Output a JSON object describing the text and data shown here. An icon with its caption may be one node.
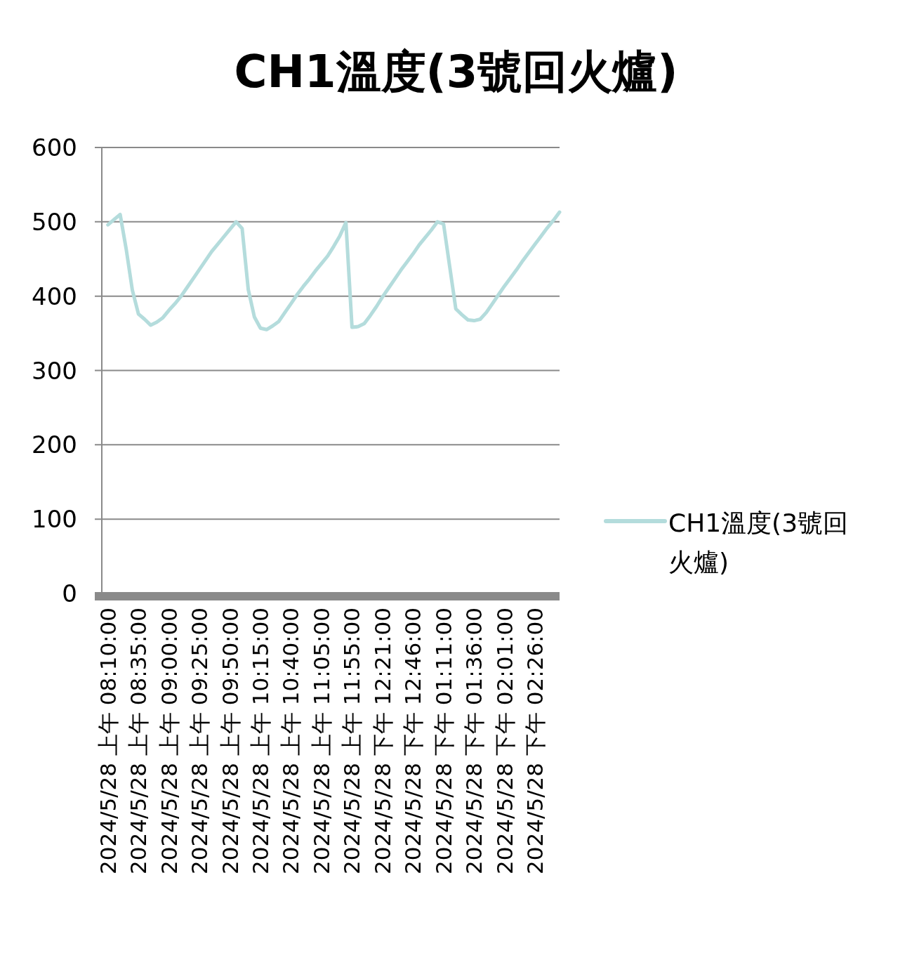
{
  "diagram": {
    "chart_data": {
      "type": "line",
      "title": "CH1溫度(3號回火爐)",
      "categories": [
        "2024/5/28 上午 08:10:00",
        null,
        null,
        null,
        null,
        "2024/5/28 上午 08:35:00",
        null,
        null,
        null,
        null,
        "2024/5/28 上午 09:00:00",
        null,
        null,
        null,
        null,
        "2024/5/28 上午 09:25:00",
        null,
        null,
        null,
        null,
        "2024/5/28 上午 09:50:00",
        null,
        null,
        null,
        null,
        "2024/5/28 上午 10:15:00",
        null,
        null,
        null,
        null,
        "2024/5/28 上午 10:40:00",
        null,
        null,
        null,
        null,
        "2024/5/28 上午 11:05:00",
        null,
        null,
        null,
        null,
        "2024/5/28 上午 11:55:00",
        null,
        null,
        null,
        null,
        "2024/5/28 下午 12:21:00",
        null,
        null,
        null,
        null,
        "2024/5/28 下午 12:46:00",
        null,
        null,
        null,
        null,
        "2024/5/28 下午 01:11:00",
        null,
        null,
        null,
        null,
        "2024/5/28 下午 01:36:00",
        null,
        null,
        null,
        null,
        "2024/5/28 下午 02:01:00",
        null,
        null,
        null,
        null,
        "2024/5/28 下午 02:26:00",
        null,
        null,
        null,
        null,
        null
      ],
      "series": [
        {
          "name": "CH1溫度(3號回火爐)",
          "color": "#b4dcdc",
          "values": [
            496,
            503,
            510,
            463,
            408,
            376,
            369,
            361,
            365,
            371,
            381,
            390,
            400,
            412,
            424,
            436,
            448,
            460,
            470,
            480,
            490,
            500,
            491,
            409,
            372,
            357,
            355,
            360,
            366,
            378,
            390,
            402,
            413,
            423,
            434,
            444,
            454,
            467,
            481,
            499,
            358,
            359,
            363,
            374,
            386,
            399,
            411,
            423,
            435,
            446,
            457,
            469,
            479,
            489,
            500,
            497,
            440,
            383,
            375,
            368,
            367,
            369,
            378,
            390,
            402,
            414,
            425,
            436,
            448,
            459,
            470,
            481,
            492,
            502,
            513,
            null
          ]
        }
      ],
      "ylim": [
        0,
        600
      ],
      "grid": true,
      "yticks": [
        0,
        100,
        200,
        300,
        400,
        500,
        600
      ]
    }
  }
}
